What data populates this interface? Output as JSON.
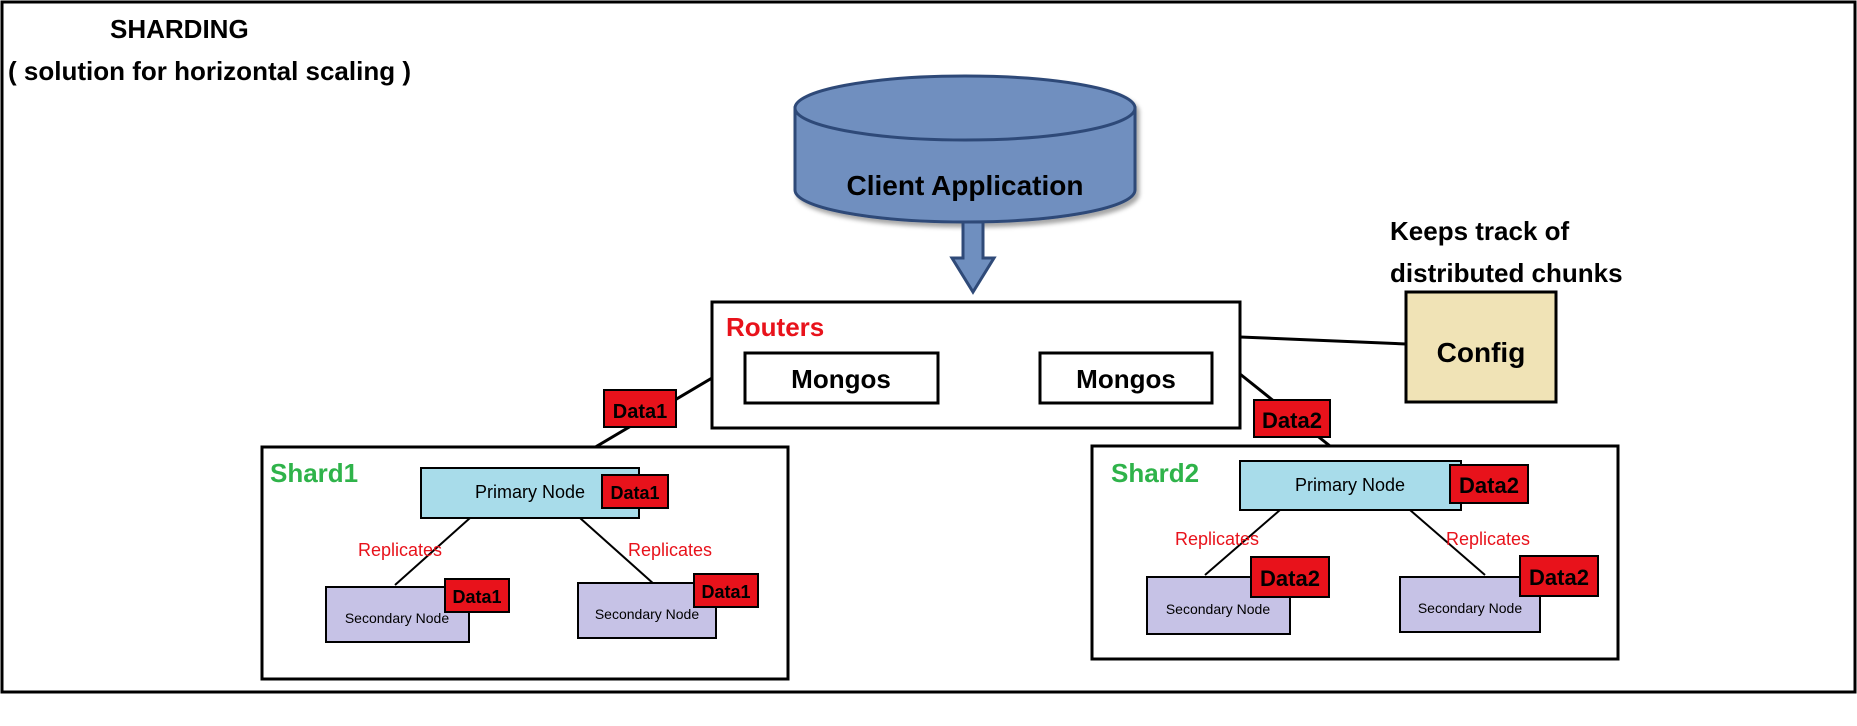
{
  "title": {
    "line1": "SHARDING",
    "line2": "( solution for horizontal scaling )"
  },
  "client": {
    "label": "Client Application"
  },
  "config": {
    "note_line1": "Keeps track of",
    "note_line2": "distributed chunks",
    "label": "Config"
  },
  "routers": {
    "label": "Routers",
    "mongos": [
      "Mongos",
      "Mongos"
    ]
  },
  "shards": [
    {
      "label": "Shard1",
      "link_tag": "Data1",
      "primary": {
        "label": "Primary Node",
        "tag": "Data1"
      },
      "replicates_label": "Replicates",
      "secondaries": [
        {
          "label": "Secondary Node",
          "tag": "Data1"
        },
        {
          "label": "Secondary Node",
          "tag": "Data1"
        }
      ]
    },
    {
      "label": "Shard2",
      "link_tag": "Data2",
      "primary": {
        "label": "Primary Node",
        "tag": "Data2"
      },
      "replicates_label": "Replicates",
      "secondaries": [
        {
          "label": "Secondary Node",
          "tag": "Data2"
        },
        {
          "label": "Secondary Node",
          "tag": "Data2"
        }
      ]
    }
  ],
  "colors": {
    "cylinder_fill": "#6f8fbf",
    "cylinder_stroke": "#2f4a78",
    "config_fill": "#f0e3b6",
    "primary_fill": "#a8dcea",
    "secondary_fill": "#c6c2e6",
    "tag_fill": "#e8121b",
    "routers_label": "#e8121b",
    "shard_label": "#2fb34a",
    "replicates_label": "#e8121b"
  }
}
